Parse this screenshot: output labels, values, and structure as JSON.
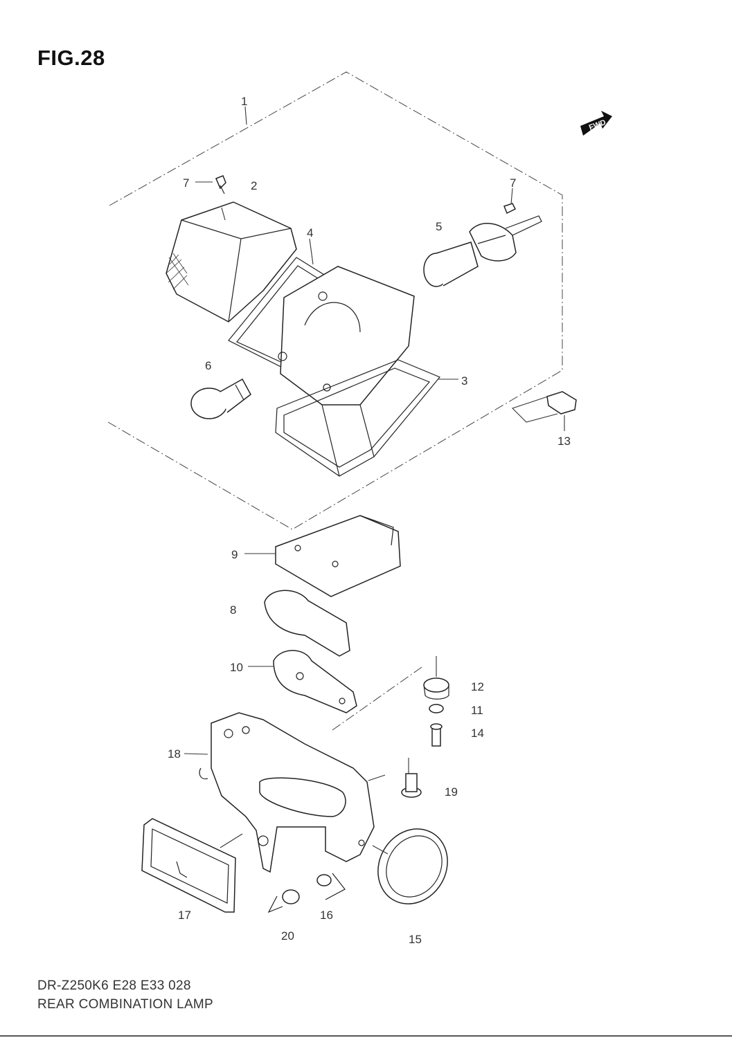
{
  "figure": {
    "title": "FIG.28"
  },
  "fwd_label": "FWD",
  "callouts": [
    {
      "id": "1",
      "label": "1"
    },
    {
      "id": "2",
      "label": "2"
    },
    {
      "id": "3",
      "label": "3"
    },
    {
      "id": "4",
      "label": "4"
    },
    {
      "id": "5",
      "label": "5"
    },
    {
      "id": "6",
      "label": "6"
    },
    {
      "id": "7a",
      "label": "7"
    },
    {
      "id": "7b",
      "label": "7"
    },
    {
      "id": "8",
      "label": "8"
    },
    {
      "id": "9",
      "label": "9"
    },
    {
      "id": "10",
      "label": "10"
    },
    {
      "id": "11",
      "label": "11"
    },
    {
      "id": "12",
      "label": "12"
    },
    {
      "id": "13",
      "label": "13"
    },
    {
      "id": "14",
      "label": "14"
    },
    {
      "id": "15",
      "label": "15"
    },
    {
      "id": "16",
      "label": "16"
    },
    {
      "id": "17",
      "label": "17"
    },
    {
      "id": "18",
      "label": "18"
    },
    {
      "id": "19",
      "label": "19"
    },
    {
      "id": "20",
      "label": "20"
    }
  ],
  "footer": {
    "model_code": "DR-Z250K6 E28 E33  028",
    "section_name": "REAR COMBINATION LAMP"
  }
}
